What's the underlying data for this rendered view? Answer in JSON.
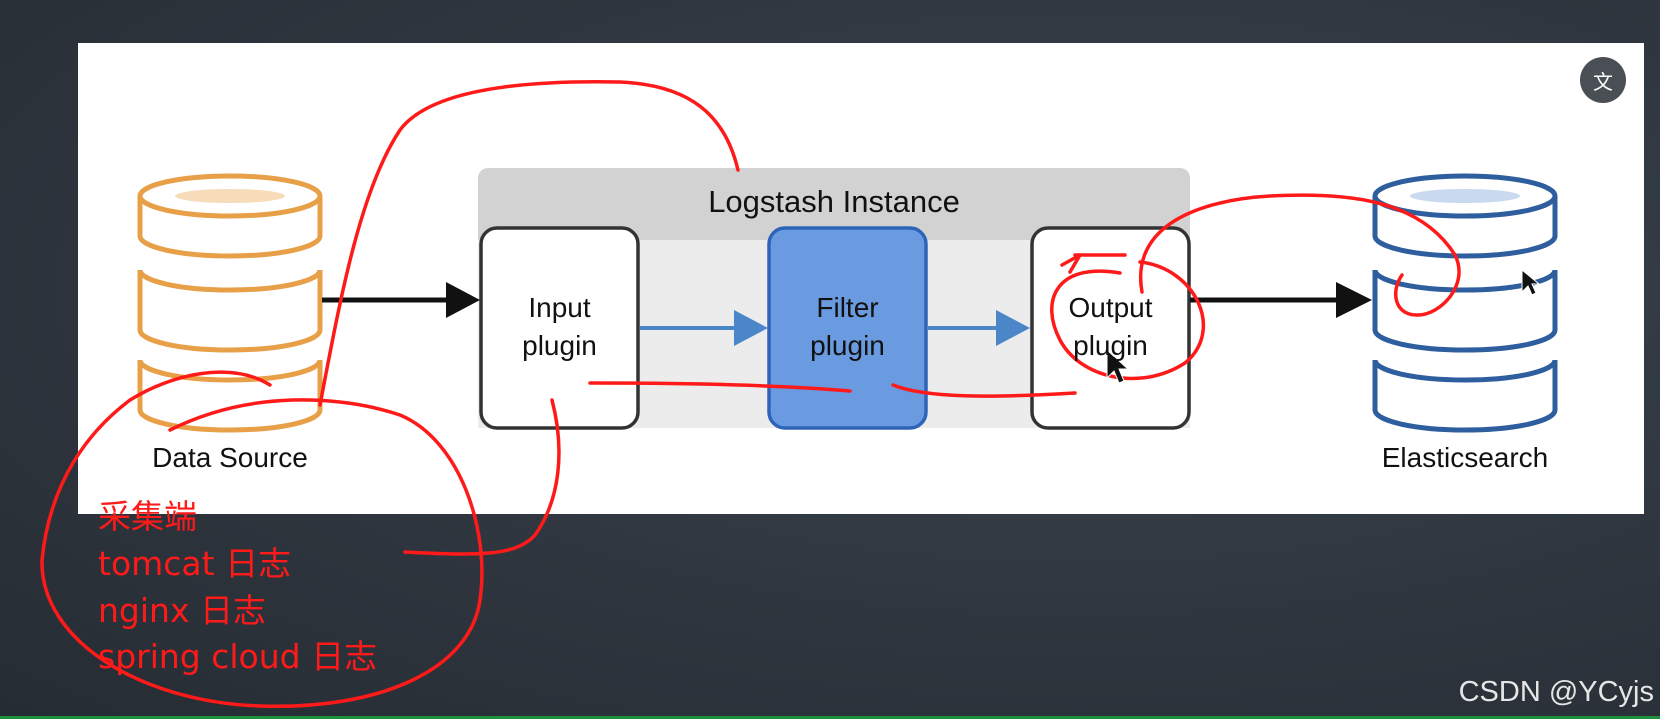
{
  "diagram": {
    "instance_title": "Logstash Instance",
    "nodes": {
      "data_source": "Data Source",
      "input_line1": "Input",
      "input_line2": "plugin",
      "filter_line1": "Filter",
      "filter_line2": "plugin",
      "output_line1": "Output",
      "output_line2": "plugin",
      "elasticsearch": "Elasticsearch"
    },
    "colors": {
      "data_source": "#e8a048",
      "filter_fill": "#6a9be0",
      "filter_border": "#2e64b8",
      "elasticsearch": "#2e5e9e",
      "instance_band": "#cbcbcb",
      "flow_arrow": "#4a86c8",
      "annotation": "#ff1a1a"
    }
  },
  "annotations": {
    "collector_label": "采集端",
    "item1": "tomcat 日志",
    "item2": "nginx 日志",
    "item3": "spring cloud 日志"
  },
  "watermark": "CSDN @YCyjs",
  "icons": {
    "translate": "translate-icon"
  }
}
